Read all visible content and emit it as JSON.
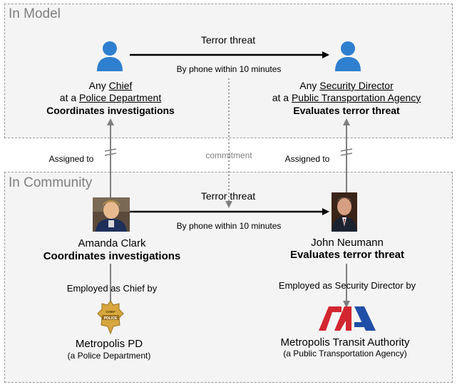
{
  "model": {
    "title": "In Model",
    "message": {
      "label": "Terror threat",
      "timing": "By phone within 10 minutes"
    },
    "left_role": {
      "line1_prefix": "Any ",
      "role": "Chief",
      "line2_prefix": "at a ",
      "org": "Police Department",
      "activity": "Coordinates investigations"
    },
    "right_role": {
      "line1_prefix": "Any ",
      "role": "Security Director",
      "line2_prefix": "at a ",
      "org": "Public Transportation Agency",
      "activity": "Evaluates terror threat"
    }
  },
  "commitment_label": "commitment",
  "assigned_left": "Assigned to",
  "assigned_right": "Assigned to",
  "community": {
    "title": "In Community",
    "message": {
      "label": "Terror threat",
      "timing": "By phone within 10 minutes"
    },
    "left_person": {
      "name": "Amanda Clark",
      "activity": "Coordinates investigations"
    },
    "right_person": {
      "name": "John Neumann",
      "activity": "Evaluates terror threat"
    },
    "left_employment": "Employed as Chief by",
    "right_employment": "Employed as Security Director by",
    "left_org": {
      "name": "Metropolis PD",
      "type": "(a Police Department)",
      "badge_text_top": "CHIEF",
      "badge_text_band": "POLICE"
    },
    "right_org": {
      "name": "Metropolis Transit Authority",
      "type": "(a Public Transportation Agency)"
    }
  },
  "colors": {
    "person_icon": "#2f7fd0",
    "panel_bg": "#f4f4f4",
    "panel_border": "#9a9a9a",
    "connector": "#7f7f7f",
    "logo_red": "#d22630",
    "logo_blue": "#1f4fa6",
    "badge_gold": "#d7a73e"
  }
}
